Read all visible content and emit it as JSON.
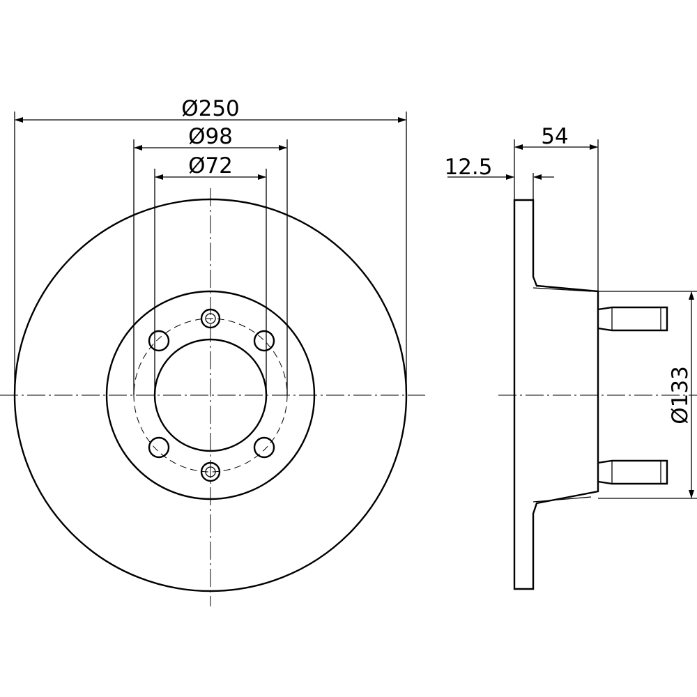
{
  "dimensions": {
    "outer_diameter": "Ø250",
    "bolt_circle": "Ø98",
    "center_bore": "Ø72",
    "total_height": "54",
    "disc_thickness": "12.5",
    "hub_diameter": "Ø133"
  }
}
